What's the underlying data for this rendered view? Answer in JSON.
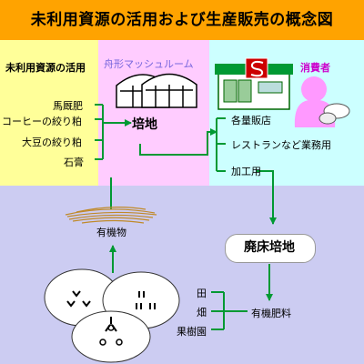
{
  "title": "未利用資源の活用および生産販売の概念図",
  "resources": {
    "heading": "未利用資源の活用",
    "items": [
      "馬厩肥",
      "コーヒーの絞り粕",
      "大豆の絞り粕",
      "石膏"
    ]
  },
  "kiln": {
    "label": "舟形マッシュルーム"
  },
  "culture": {
    "label": "培地"
  },
  "consumer": {
    "label": "消費者"
  },
  "outlets": [
    "各量販店",
    "レストランなど業務用",
    "加工用"
  ],
  "spent_culture": {
    "label": "廃床培地"
  },
  "organic_matter": {
    "label": "有機物"
  },
  "fields": [
    "田",
    "畑",
    "果樹園"
  ],
  "organic_fertilizer": {
    "label": "有機肥料"
  },
  "colors": {
    "title_bar": "#ffa300",
    "resources_panel": "#ffff99",
    "kiln_panel": "#ffccff",
    "consumer_panel": "#ccffff",
    "background": "#ccccf2",
    "arrow": "#009933",
    "shop_sign": "#cc0000",
    "consumer_figure": "#ff99ff"
  }
}
